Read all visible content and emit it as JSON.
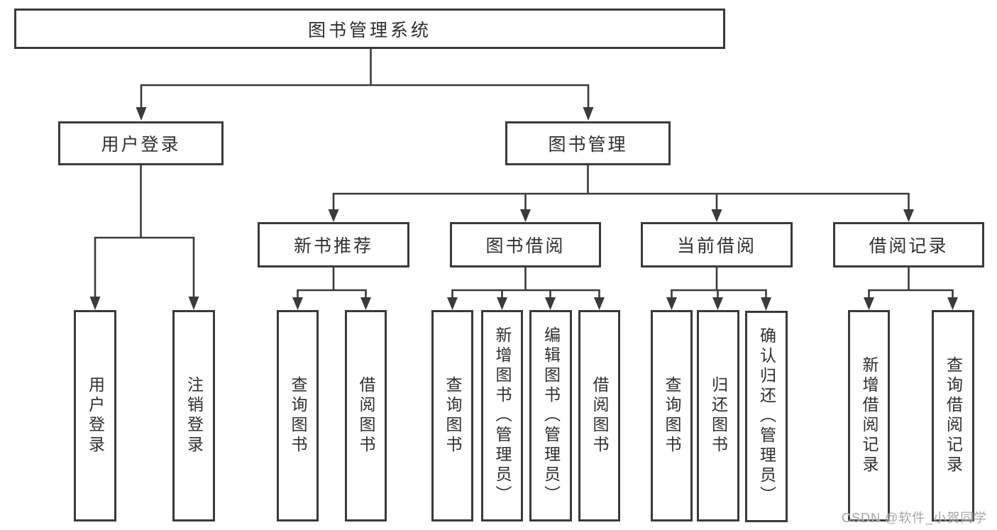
{
  "diagram_type": "hierarchy-tree",
  "colors": {
    "background": "#ffffff",
    "line": "#3a3a3a",
    "box_border": "#3a3a3a",
    "box_fill": "#ffffff",
    "text": "#2f2f2f",
    "watermark": "#9e9e9e"
  },
  "structure": {
    "root": "图书管理系统",
    "children": [
      {
        "label": "用户登录",
        "children": [
          "用户登录",
          "注销登录"
        ]
      },
      {
        "label": "图书管理",
        "children": [
          {
            "label": "新书推荐",
            "children": [
              "查询图书",
              "借阅图书"
            ]
          },
          {
            "label": "图书借阅",
            "children": [
              "查询图书",
              "新增图书（管理员）",
              "编辑图书（管理员）",
              "借阅图书"
            ]
          },
          {
            "label": "当前借阅",
            "children": [
              "查询图书",
              "归还图书",
              "确认归还（管理员）"
            ]
          },
          {
            "label": "借阅记录",
            "children": [
              "新增借阅记录",
              "查询借阅记录"
            ]
          }
        ]
      }
    ]
  },
  "watermark": "CSDN @软件_小贺同学"
}
